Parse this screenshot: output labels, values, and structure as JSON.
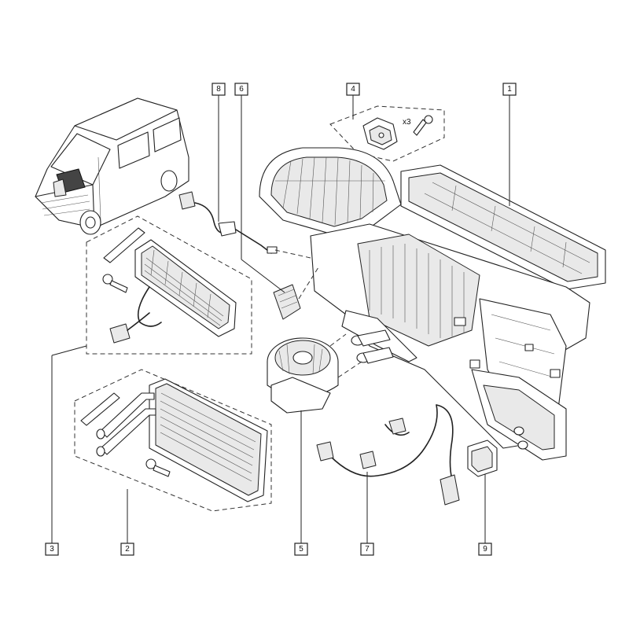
{
  "callouts": [
    {
      "id": "c1",
      "label": "1"
    },
    {
      "id": "c2",
      "label": "2"
    },
    {
      "id": "c3",
      "label": "3"
    },
    {
      "id": "c4",
      "label": "4"
    },
    {
      "id": "c5",
      "label": "5"
    },
    {
      "id": "c6",
      "label": "6"
    },
    {
      "id": "c7",
      "label": "7"
    },
    {
      "id": "c8",
      "label": "8"
    },
    {
      "id": "c9",
      "label": "9"
    }
  ],
  "annotations": {
    "screw_quantity": "x3"
  }
}
